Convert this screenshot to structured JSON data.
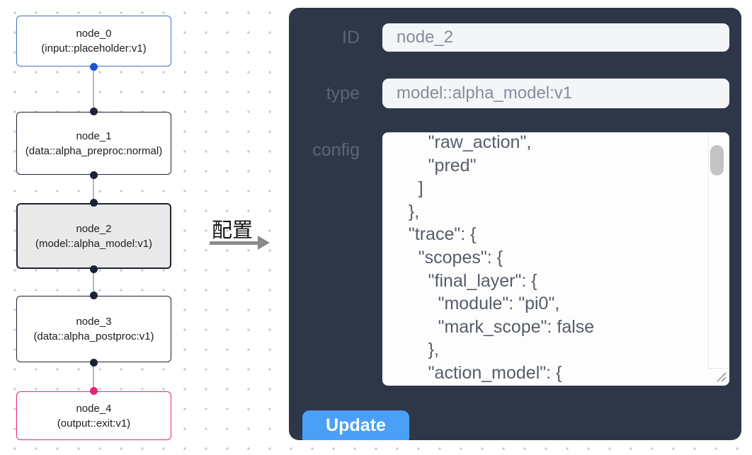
{
  "flow": {
    "nodes": [
      {
        "id": "node_0",
        "label": "node_0",
        "sub": "(input::placeholder:v1)",
        "variant": "input"
      },
      {
        "id": "node_1",
        "label": "node_1",
        "sub": "(data::alpha_preproc:normal)",
        "variant": "default"
      },
      {
        "id": "node_2",
        "label": "node_2",
        "sub": "(model::alpha_model:v1)",
        "variant": "selected"
      },
      {
        "id": "node_3",
        "label": "node_3",
        "sub": "(data::alpha_postproc:v1)",
        "variant": "default"
      },
      {
        "id": "node_4",
        "label": "node_4",
        "sub": "(output::exit:v1)",
        "variant": "output"
      }
    ]
  },
  "annotation": {
    "label": "配置"
  },
  "panel": {
    "fields": [
      {
        "label": "ID",
        "value": "node_2"
      },
      {
        "label": "type",
        "value": "model::alpha_model:v1"
      }
    ],
    "config": {
      "label": "config",
      "text": "      \"raw_action\",\n      \"pred\"\n    ]\n  },\n  \"trace\": {\n    \"scopes\": {\n      \"final_layer\": {\n        \"module\": \"pi0\",\n        \"mark_scope\": false\n      },\n      \"action_model\": {"
    },
    "update_label": "Update"
  },
  "colors": {
    "panel-bg": "#2d3748",
    "btn-blue": "#4aa0f6",
    "node-border": "#1c2333",
    "node0-border": "#4273c0",
    "node4-border": "#ec2179",
    "selected-bg": "#e9e9ea",
    "handle-blue": "#1d52d2",
    "handle-dark": "#1b2236",
    "handle-pink": "#ec2179",
    "edge-color": "#b3b6ba",
    "dot-color": "#c7c9cd"
  }
}
